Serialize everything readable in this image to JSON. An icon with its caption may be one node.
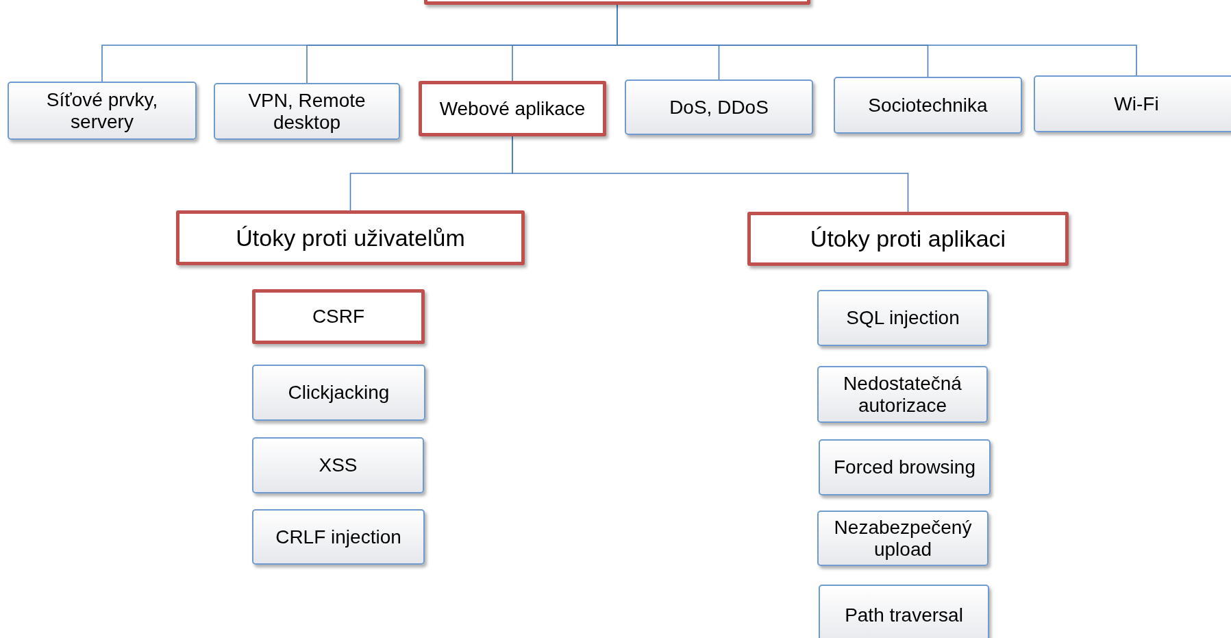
{
  "diagram": {
    "nodes": [
      {
        "text": [],
        "shape": "box"
      },
      {
        "text": [
          "Síťové prvky, servery"
        ]
      },
      {
        "text": [
          "VPN, Remote desktop"
        ]
      },
      {
        "text": [
          "Webové aplikace"
        ]
      },
      {
        "text": [
          "DoS, DDoS"
        ]
      },
      {
        "text": [
          "Sociotechnika"
        ]
      },
      {
        "text": [
          "Wi-Fi"
        ]
      },
      {
        "text": [
          "Útoky proti uživatelům"
        ]
      },
      {
        "text": [
          "Útoky proti aplikaci"
        ]
      },
      {
        "text": [
          "CSRF"
        ]
      },
      {
        "text": [
          "Clickjacking"
        ]
      },
      {
        "text": [
          "XSS"
        ]
      },
      {
        "text": [
          "CRLF injection"
        ]
      },
      {
        "text": [
          "SQL injection"
        ]
      },
      {
        "text": [
          "Nedostatečná autorizace"
        ]
      },
      {
        "text": [
          "Forced browsing"
        ]
      },
      {
        "text": [
          "Nezabezpečený upload"
        ]
      },
      {
        "text": [
          "Path traversal"
        ]
      }
    ],
    "edges": [
      {
        "from": 0,
        "to": 1,
        "arrow": "none"
      },
      {
        "from": 0,
        "to": 2,
        "arrow": "none"
      },
      {
        "from": 0,
        "to": 3,
        "arrow": "none"
      },
      {
        "from": 0,
        "to": 4,
        "arrow": "none"
      },
      {
        "from": 0,
        "to": 5,
        "arrow": "none"
      },
      {
        "from": 0,
        "to": 6,
        "arrow": "none"
      },
      {
        "from": 3,
        "to": 7,
        "arrow": "none"
      },
      {
        "from": 3,
        "to": 8,
        "arrow": "none"
      }
    ]
  }
}
